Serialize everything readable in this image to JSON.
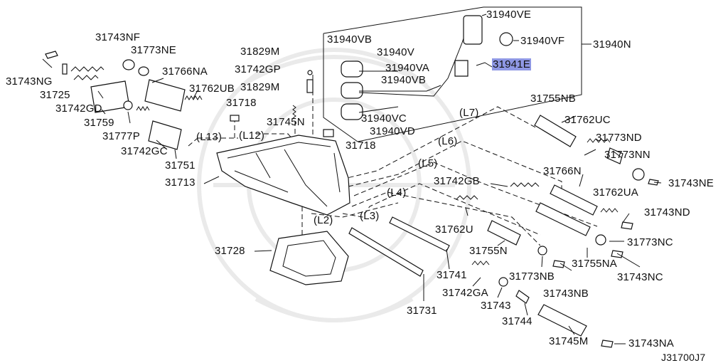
{
  "diagram": {
    "code": "J31700J7",
    "highlighted_part": "31941E",
    "parts": {
      "p31743NF": "31743NF",
      "p31773NE": "31773NE",
      "p31743NG": "31743NG",
      "p31766NA": "31766NA",
      "p31725": "31725",
      "p31742GD": "31742GD",
      "p31762UB": "31762UB",
      "p31759": "31759",
      "p31777P": "31777P",
      "p31742GC": "31742GC",
      "p31751": "31751",
      "p31713": "31713",
      "p31829M_a": "31829M",
      "p31742GP": "31742GP",
      "p31829M_b": "31829M",
      "p31718_a": "31718",
      "p31745N": "31745N",
      "p31718_b": "31718",
      "p31728": "31728",
      "p31731": "31731",
      "p31741": "31741",
      "p31742GA": "31742GA",
      "p31743": "31743",
      "p31744": "31744",
      "p31745M": "31745M",
      "p31743NA": "31743NA",
      "p31762U": "31762U",
      "p31742GB": "31742GB",
      "p31755N": "31755N",
      "p31773NB": "31773NB",
      "p31743NB": "31743NB",
      "p31755NA": "31755NA",
      "p31743NC": "31743NC",
      "p31773NC": "31773NC",
      "p31743ND": "31743ND",
      "p31762UA": "31762UA",
      "p31766N": "31766N",
      "p31743NE": "31743NE",
      "p31773NN": "31773NN",
      "p31773ND": "31773ND",
      "p31762UC": "31762UC",
      "p31755NB": "31755NB",
      "p31940VE": "31940VE",
      "p31940VF": "31940VF",
      "p31940N": "31940N",
      "p31940VB_a": "31940VB",
      "p31940V": "31940V",
      "p31940VA": "31940VA",
      "p31940VB_b": "31940VB",
      "p31941E": "31941E",
      "p31940VC": "31940VC",
      "p31940VD": "31940VD"
    },
    "line_refs": {
      "L13": "(L13)",
      "L12": "(L12)",
      "L7": "(L7)",
      "L6": "(L6)",
      "L5": "(L5)",
      "L4": "(L4)",
      "L3": "(L3)",
      "L2": "(L2)"
    }
  }
}
